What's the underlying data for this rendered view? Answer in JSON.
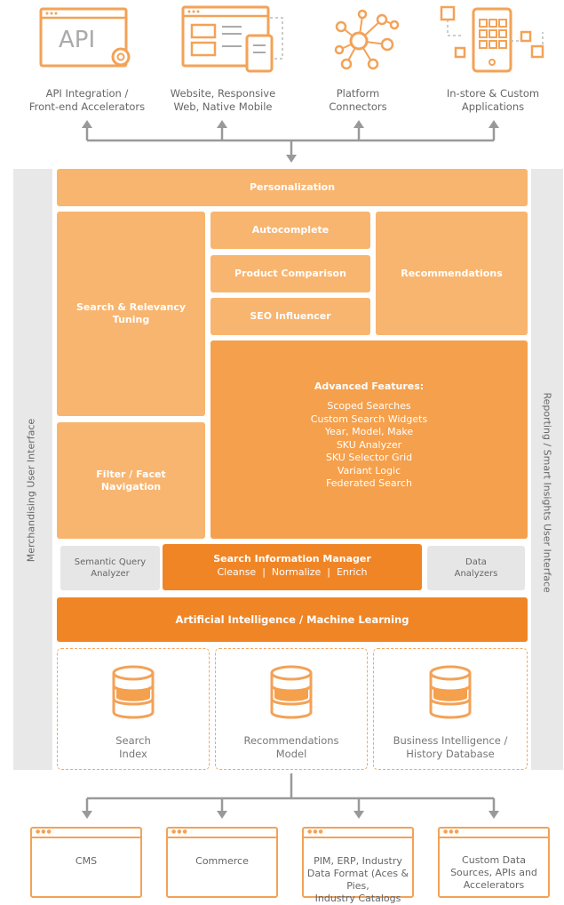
{
  "top_channels": [
    {
      "label": "API Integration /\nFront-end Accelerators",
      "icon": "api-icon",
      "icon_text": "API"
    },
    {
      "label": "Website, Responsive\nWeb, Native Mobile",
      "icon": "website-mobile-icon"
    },
    {
      "label": "Platform\nConnectors",
      "icon": "network-nodes-icon"
    },
    {
      "label": "In-store & Custom\nApplications",
      "icon": "tablet-apps-icon"
    }
  ],
  "platform": {
    "left_side_label": "Merchandising User Interface",
    "right_side_label": "Reporting / Smart Insights User Interface",
    "personalization": "Personalization",
    "search_relevancy": "Search & Relevancy\nTuning",
    "autocomplete": "Autocomplete",
    "product_comparison": "Product Comparison",
    "seo_influencer": "SEO Influencer",
    "recommendations": "Recommendations",
    "filter_facet": "Filter / Facet\nNavigation",
    "advanced_title": "Advanced Features:",
    "advanced_items": [
      "Scoped Searches",
      "Custom Search Widgets",
      "Year, Model, Make",
      "SKU Analyzer",
      "SKU Selector Grid",
      "Variant Logic",
      "Federated Search"
    ],
    "semantic_query": "Semantic Query\nAnalyzer",
    "sim_title": "Search Information Manager",
    "sim_sub": "Cleanse  |  Normalize  |  Enrich",
    "data_analyzers": "Data\nAnalyzers",
    "ai_ml": "Artificial Intelligence / Machine Learning",
    "databases": [
      {
        "label": "Search\nIndex"
      },
      {
        "label": "Recommendations\nModel"
      },
      {
        "label": "Business Intelligence /\nHistory Database"
      }
    ]
  },
  "sources": [
    {
      "label": "CMS"
    },
    {
      "label": "Commerce"
    },
    {
      "label": "PIM, ERP, Industry\nData Format (Aces & Pies,\nIndustry Catalogs"
    },
    {
      "label": "Custom Data\nSources, APIs and\nAccelerators"
    }
  ],
  "colors": {
    "orange_light": "#f8b56f",
    "orange_mid": "#f5a04c",
    "orange_dark": "#f08526",
    "grey": "#e8e8e8"
  }
}
